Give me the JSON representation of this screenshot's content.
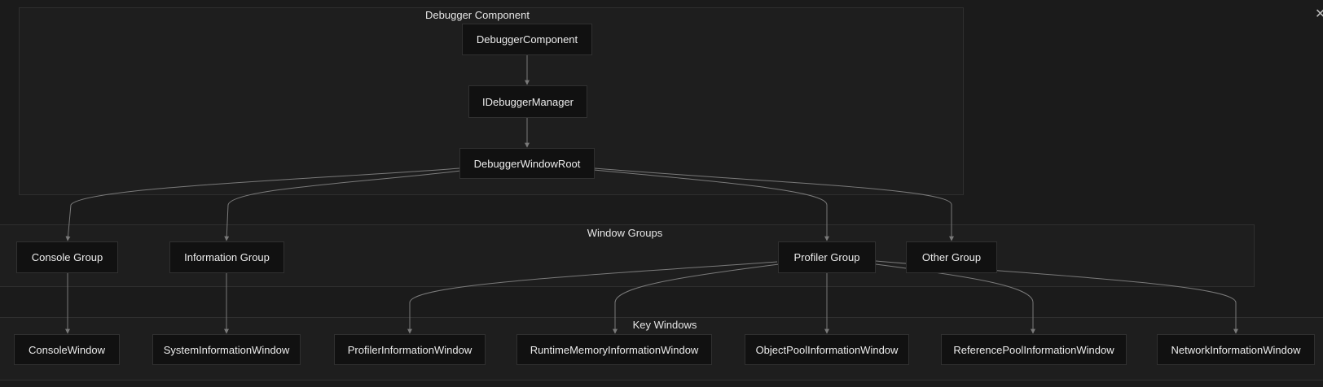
{
  "clusters": {
    "debugger": {
      "label": "Debugger Component"
    },
    "window_groups": {
      "label": "Window Groups"
    },
    "key_windows": {
      "label": "Key Windows"
    }
  },
  "nodes": {
    "debugger_component": "DebuggerComponent",
    "idebugger_manager": "IDebuggerManager",
    "debugger_window_root": "DebuggerWindowRoot",
    "console_group": "Console Group",
    "information_group": "Information Group",
    "profiler_group": "Profiler Group",
    "other_group": "Other Group",
    "console_window": "ConsoleWindow",
    "system_information_window": "SystemInformationWindow",
    "profiler_information_window": "ProfilerInformationWindow",
    "runtime_memory_information_window": "RuntimeMemoryInformationWindow",
    "object_pool_information_window": "ObjectPoolInformationWindow",
    "reference_pool_information_window": "ReferencePoolInformationWindow",
    "network_information_window": "NetworkInformationWindow"
  },
  "edges": [
    [
      "debugger_component",
      "idebugger_manager"
    ],
    [
      "idebugger_manager",
      "debugger_window_root"
    ],
    [
      "debugger_window_root",
      "console_group"
    ],
    [
      "debugger_window_root",
      "information_group"
    ],
    [
      "debugger_window_root",
      "profiler_group"
    ],
    [
      "debugger_window_root",
      "other_group"
    ],
    [
      "console_group",
      "console_window"
    ],
    [
      "information_group",
      "system_information_window"
    ],
    [
      "profiler_group",
      "profiler_information_window"
    ],
    [
      "profiler_group",
      "runtime_memory_information_window"
    ],
    [
      "profiler_group",
      "object_pool_information_window"
    ],
    [
      "profiler_group",
      "reference_pool_information_window"
    ],
    [
      "profiler_group",
      "network_information_window"
    ]
  ],
  "colors": {
    "background": "#1b1b1b",
    "node_fill": "#111111",
    "edge": "#7a7a7a",
    "text": "#ececec"
  },
  "icons": {
    "close": "close-icon"
  }
}
